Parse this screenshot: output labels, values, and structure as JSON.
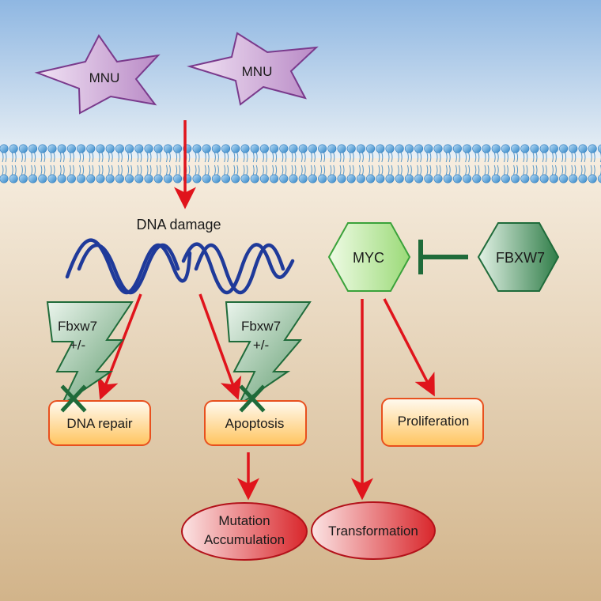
{
  "stimuli": [
    {
      "label": "MNU"
    },
    {
      "label": "MNU"
    }
  ],
  "dna_label": "DNA damage",
  "myc_label": "MYC",
  "fbxw7_label": "FBXW7",
  "lightning": [
    {
      "line1": "Fbxw7",
      "line2": "+/-"
    },
    {
      "line1": "Fbxw7",
      "line2": "+/-"
    }
  ],
  "process_boxes": {
    "dna_repair": "DNA repair",
    "apoptosis": "Apoptosis",
    "proliferation": "Proliferation"
  },
  "outcomes": {
    "mutation_line1": "Mutation",
    "mutation_line2": "Accumulation",
    "transformation": "Transformation"
  },
  "colors": {
    "sky_top": "#8fb7e2",
    "cell_bottom": "#d2b48a",
    "membrane_head": "#4a9ad8",
    "star_fill": "#c9a2d4",
    "star_stroke": "#7a3a8c",
    "dna": "#1f3a9a",
    "arrow": "#e0141c",
    "inhibit": "#1f6b3a",
    "myc_fill": "#b6e69a",
    "myc_stroke": "#3aa23a",
    "fbxw7_fill": "#3d8c55",
    "box_fill": "#ffcf7a",
    "box_stroke": "#e8501e",
    "oval_fill": "#e8484c",
    "x_mark": "#1f6b3a"
  }
}
